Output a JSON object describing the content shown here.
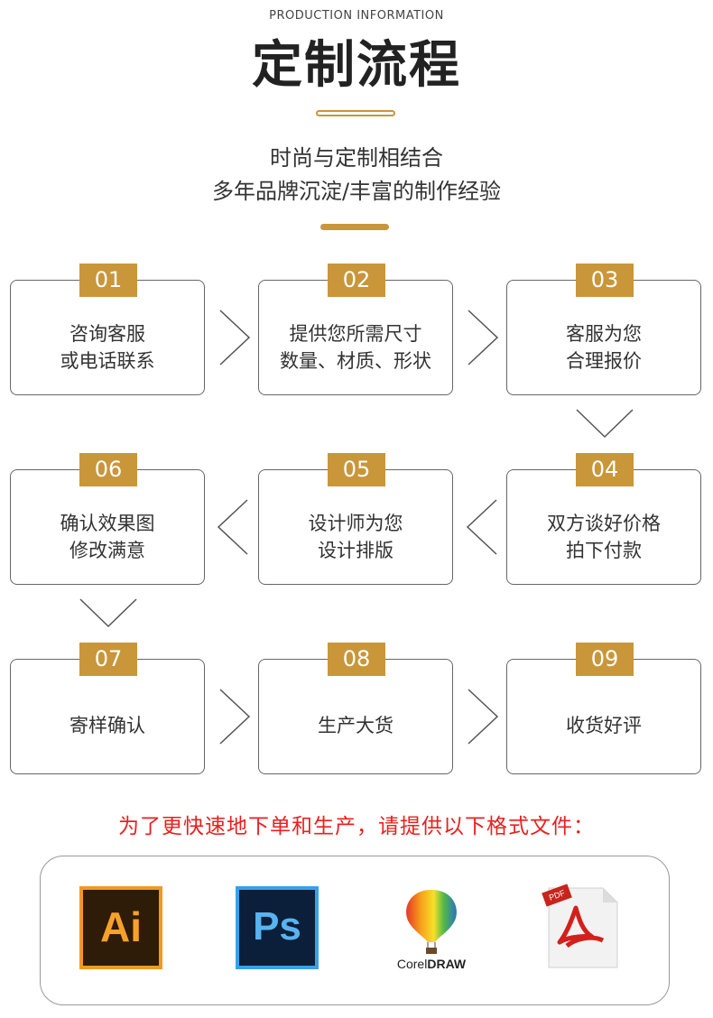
{
  "header": {
    "eyebrow": "PRODUCTION INFORMATION",
    "title": "定制流程",
    "subtitle_line1": "时尚与定制相结合",
    "subtitle_line2": "多年品牌沉淀/丰富的制作经验"
  },
  "steps": [
    {
      "num": "01",
      "line1": "咨询客服",
      "line2": "或电话联系"
    },
    {
      "num": "02",
      "line1": "提供您所需尺寸",
      "line2": "数量、材质、形状"
    },
    {
      "num": "03",
      "line1": "客服为您",
      "line2": "合理报价"
    },
    {
      "num": "04",
      "line1": "双方谈好价格",
      "line2": "拍下付款"
    },
    {
      "num": "05",
      "line1": "设计师为您",
      "line2": "设计排版"
    },
    {
      "num": "06",
      "line1": "确认效果图",
      "line2": "修改满意"
    },
    {
      "num": "07",
      "line1": "寄样确认"
    },
    {
      "num": "08",
      "line1": "生产大货"
    },
    {
      "num": "09",
      "line1": "收货好评"
    }
  ],
  "notice": "为了更快速地下单和生产，请提供以下格式文件：",
  "formats": {
    "ai": {
      "label": "Ai",
      "icon": "illustrator-icon"
    },
    "ps": {
      "label": "Ps",
      "icon": "photoshop-icon"
    },
    "coreldraw": {
      "label_prefix": "Corel",
      "label_suffix": "DRAW",
      "icon": "coreldraw-icon"
    },
    "pdf": {
      "tag": "PDF",
      "icon": "pdf-icon"
    }
  },
  "colors": {
    "accent_gold": "#c9963a",
    "notice_red": "#e8201e"
  }
}
